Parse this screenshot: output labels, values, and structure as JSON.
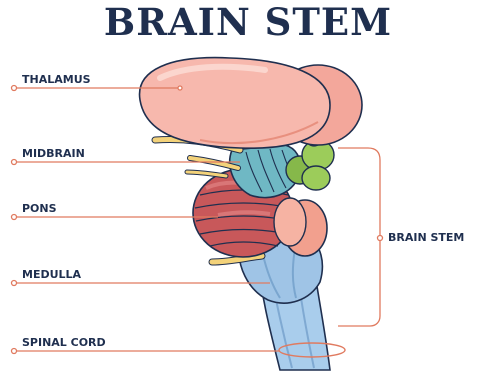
{
  "title": "BRAIN STEM",
  "labels": {
    "thalamus": "THALAMUS",
    "midbrain": "MIDBRAIN",
    "pons": "PONS",
    "medulla": "MEDULLA",
    "spinal_cord": "SPINAL CORD",
    "brain_stem": "BRAIN STEM"
  },
  "colors": {
    "title": "#1f2f4f",
    "leader_line": "#e07a5f",
    "thalamus": "#f7b8ad",
    "midbrain": "#6fb8c4",
    "pons": "#c8585a",
    "medulla": "#9fc4e6",
    "nerve": "#f3d27a",
    "green_body": "#9ccc5a"
  }
}
